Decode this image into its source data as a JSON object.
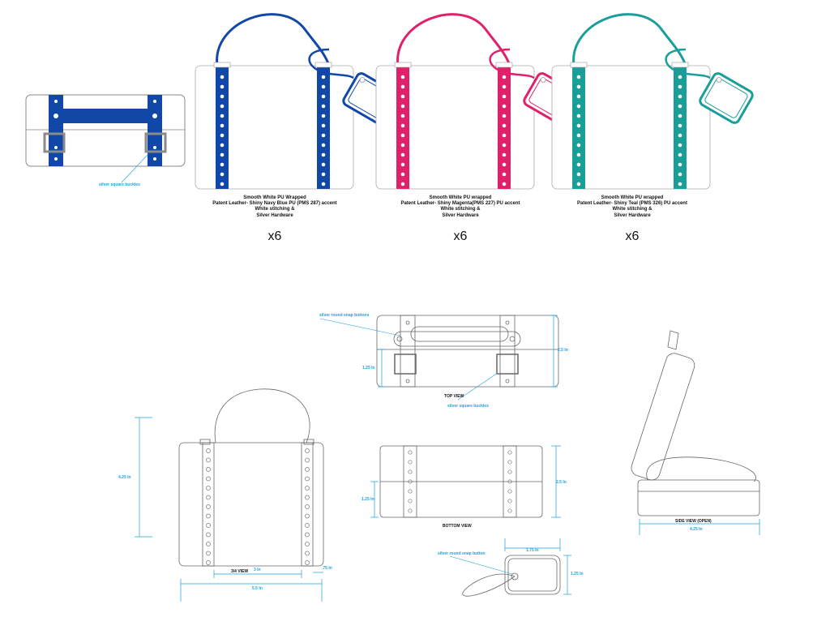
{
  "colors": {
    "navy": "#1148a8",
    "magenta": "#e0206a",
    "teal": "#1a9e9a",
    "dimension": "#1aa3dd",
    "buckle": "#8a8a8a",
    "line": "#888888"
  },
  "variants": [
    {
      "caption": [
        "Smooth White PU Wrapped",
        "Patent Leather- Shiny Navy Blue PU (PMS 287)  accent",
        "White stitching &",
        "Silver Hardware"
      ],
      "quantity": "x6",
      "accent": "#1148a8"
    },
    {
      "caption": [
        "Smooth White PU wrapped",
        "Patent Leather- Shiny Magenta(PMS 227) PU accent",
        "White stitching &",
        "Silver Hardware"
      ],
      "quantity": "x6",
      "accent": "#e0206a"
    },
    {
      "caption": [
        "Smooth White PU wrapped",
        "Patent Leather- Shiny Teal (PMS 326) PU accent",
        "White stitching &",
        "Silver Hardware"
      ],
      "quantity": "x6",
      "accent": "#1a9e9a"
    }
  ],
  "notes": {
    "top_buckle": "silver square buckles",
    "snap_buttons": "silver round snap buttons",
    "square_buckles": "silver square buckles",
    "tag_snap": "silver round snap button"
  },
  "views": {
    "top": "TOP VIEW",
    "bottom": "BOTTOM VIEW",
    "three_quarter": "3/4 VIEW",
    "side": "SIDE VIEW (OPEN)"
  },
  "dimensions": {
    "top_depth": "2.5 In",
    "top_lid": "1.25 In",
    "tq_height": "4.25 In",
    "tq_strap_spacing": "3 In",
    "tq_edge": ".75 In",
    "tq_width": "5.5 In",
    "bottom_depth": "2.5 In",
    "bottom_lid": "1.25 In",
    "tag_width": "1.75 In",
    "tag_height": "1.25 In",
    "side_width": "4.25 In"
  }
}
